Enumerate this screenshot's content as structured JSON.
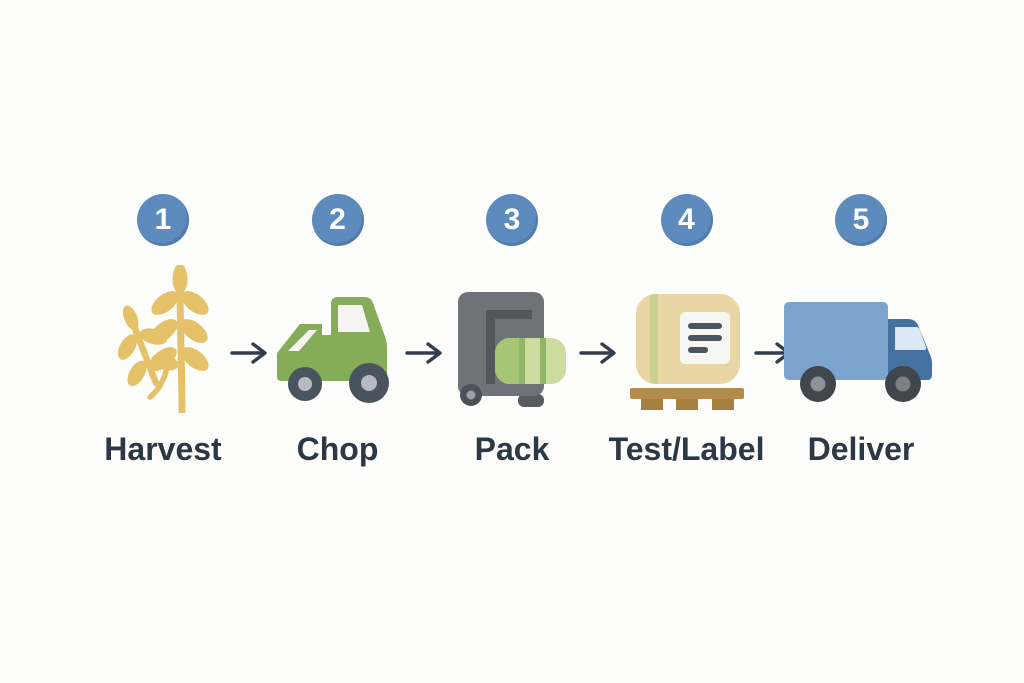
{
  "diagram": {
    "description": "Five-step hay supply chain process diagram",
    "background_color": "#fdfdfb",
    "badge_color": "#5d8bbd",
    "badge_number_color": "#ffffff",
    "arrow_color": "#333e4b",
    "label_color": "#2d3845",
    "steps": [
      {
        "number": "1",
        "label": "Harvest",
        "icon": "wheat-icon"
      },
      {
        "number": "2",
        "label": "Chop",
        "icon": "green-harvester-truck-icon"
      },
      {
        "number": "3",
        "label": "Pack",
        "icon": "baler-machine-icon"
      },
      {
        "number": "4",
        "label": "Test/Label",
        "icon": "labeled-bale-on-pallet-icon"
      },
      {
        "number": "5",
        "label": "Deliver",
        "icon": "delivery-truck-icon"
      }
    ],
    "icon_colors": {
      "wheat_gold": "#e5c269",
      "truck_green": "#85ac58",
      "machine_gray": "#6d7378",
      "machine_dark_gray": "#51575d",
      "bale_light_green": "#ccdb9e",
      "bale_lead_green": "#a6c577",
      "bale_stripe_green": "#8fb765",
      "bale_tan": "#e9d6a5",
      "strap_green": "#c9d18e",
      "label_card_white": "#f6f6f2",
      "label_line_gray": "#4b555f",
      "pallet_brown": "#b28c4d",
      "pallet_leg_brown": "#a5803f",
      "truck_box_blue": "#7ba3cc",
      "truck_cab_blue": "#44719f",
      "cab_window_blue": "#dbe9f4",
      "cab_window_white": "#f6f5f1",
      "wheel_dark": "#49545e",
      "hub_gray": "#b7bbc1"
    }
  }
}
